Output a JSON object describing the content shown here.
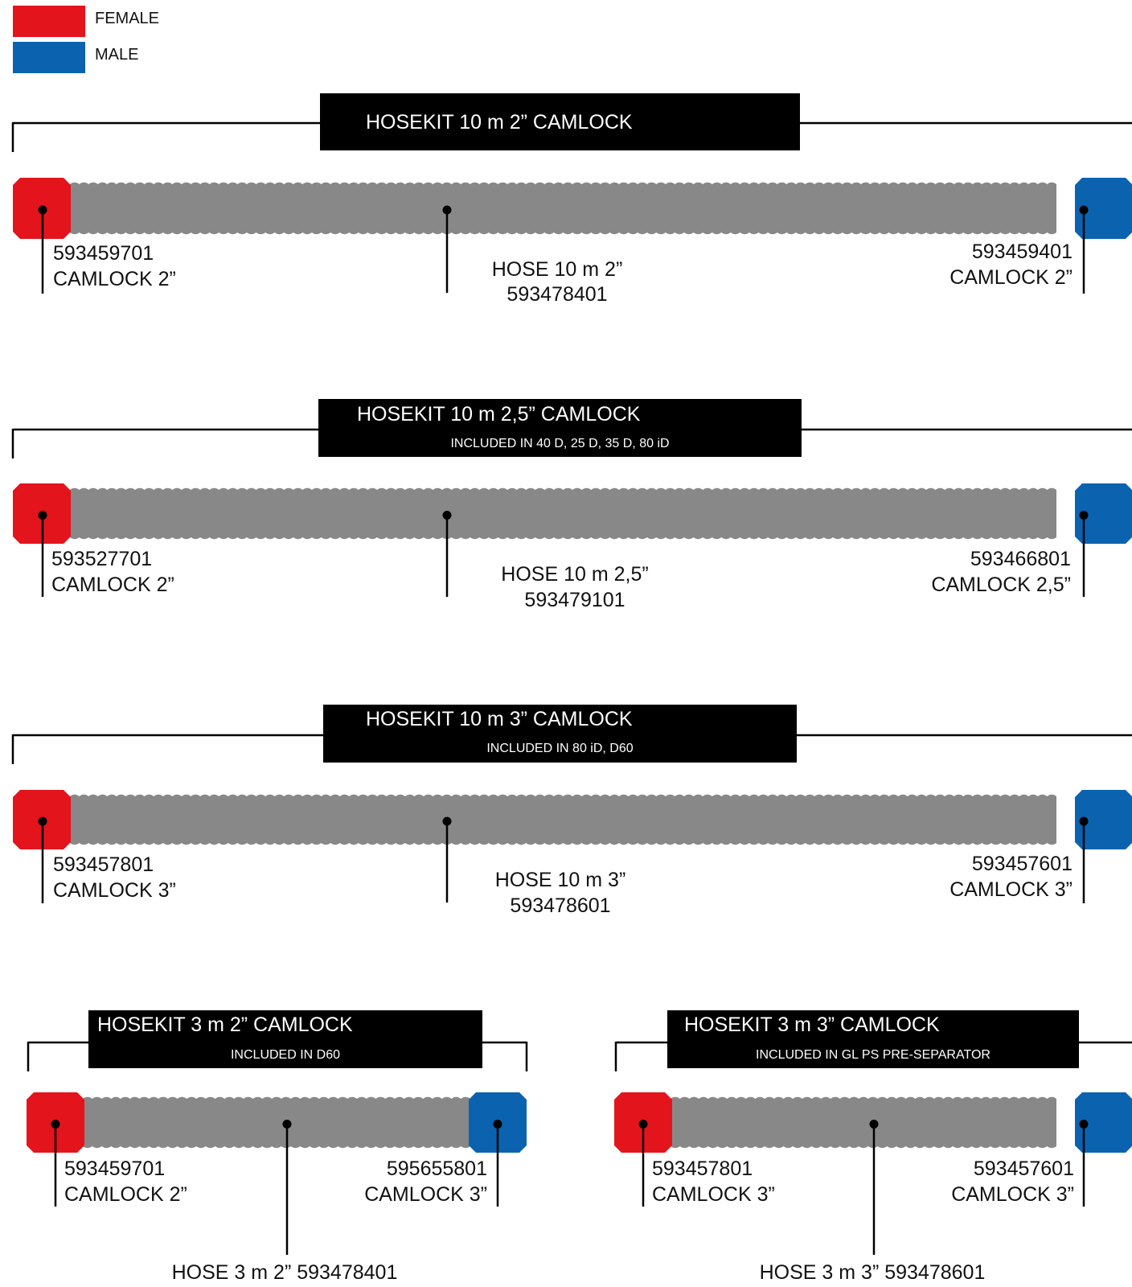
{
  "colors": {
    "female": "#e3141c",
    "male": "#0b63b0",
    "hose": "#888888",
    "title_bg": "#000000",
    "title_text": "#ffffff",
    "line": "#000000"
  },
  "legend": [
    {
      "label": "FEMALE",
      "color": "#e3141c",
      "icon": "female-swatch"
    },
    {
      "label": "MALE",
      "color": "#0b63b0",
      "icon": "male-swatch"
    }
  ],
  "kits": [
    {
      "title": "HOSEKIT 10 m 2” CAMLOCK",
      "subtitle": "",
      "left": {
        "code": "593459701",
        "name": "CAMLOCK 2”",
        "type": "female"
      },
      "hose": {
        "name": "HOSE 10 m 2”",
        "code": "593478401"
      },
      "right": {
        "code": "593459401",
        "name": "CAMLOCK 2”",
        "type": "male"
      }
    },
    {
      "title": "HOSEKIT 10 m 2,5” CAMLOCK",
      "subtitle": "INCLUDED IN 40 D, 25 D, 35 D, 80 iD",
      "left": {
        "code": "593527701",
        "name": "CAMLOCK 2”",
        "type": "female"
      },
      "hose": {
        "name": "HOSE 10 m 2,5”",
        "code": "593479101"
      },
      "right": {
        "code": "593466801",
        "name": "CAMLOCK 2,5”",
        "type": "male"
      }
    },
    {
      "title": "HOSEKIT 10 m 3” CAMLOCK",
      "subtitle": "INCLUDED IN 80 iD, D60",
      "left": {
        "code": "593457801",
        "name": "CAMLOCK 3”",
        "type": "female"
      },
      "hose": {
        "name": "HOSE 10 m 3”",
        "code": "593478601"
      },
      "right": {
        "code": "593457601",
        "name": "CAMLOCK 3”",
        "type": "male"
      }
    },
    {
      "title": "HOSEKIT 3 m 2” CAMLOCK",
      "subtitle": "INCLUDED IN D60",
      "left": {
        "code": "593459701",
        "name": "CAMLOCK 2”",
        "type": "female"
      },
      "hose": {
        "name": "HOSE 3 m 2” 593478401",
        "code": ""
      },
      "right": {
        "code": "595655801",
        "name": "CAMLOCK 3”",
        "type": "male"
      }
    },
    {
      "title": "HOSEKIT 3 m 3” CAMLOCK",
      "subtitle": "INCLUDED IN GL PS PRE-SEPARATOR",
      "left": {
        "code": "593457801",
        "name": "CAMLOCK 3”",
        "type": "female"
      },
      "hose": {
        "name": "HOSE 3 m 3” 593478601",
        "code": ""
      },
      "right": {
        "code": "593457601",
        "name": "CAMLOCK 3”",
        "type": "male"
      }
    }
  ]
}
